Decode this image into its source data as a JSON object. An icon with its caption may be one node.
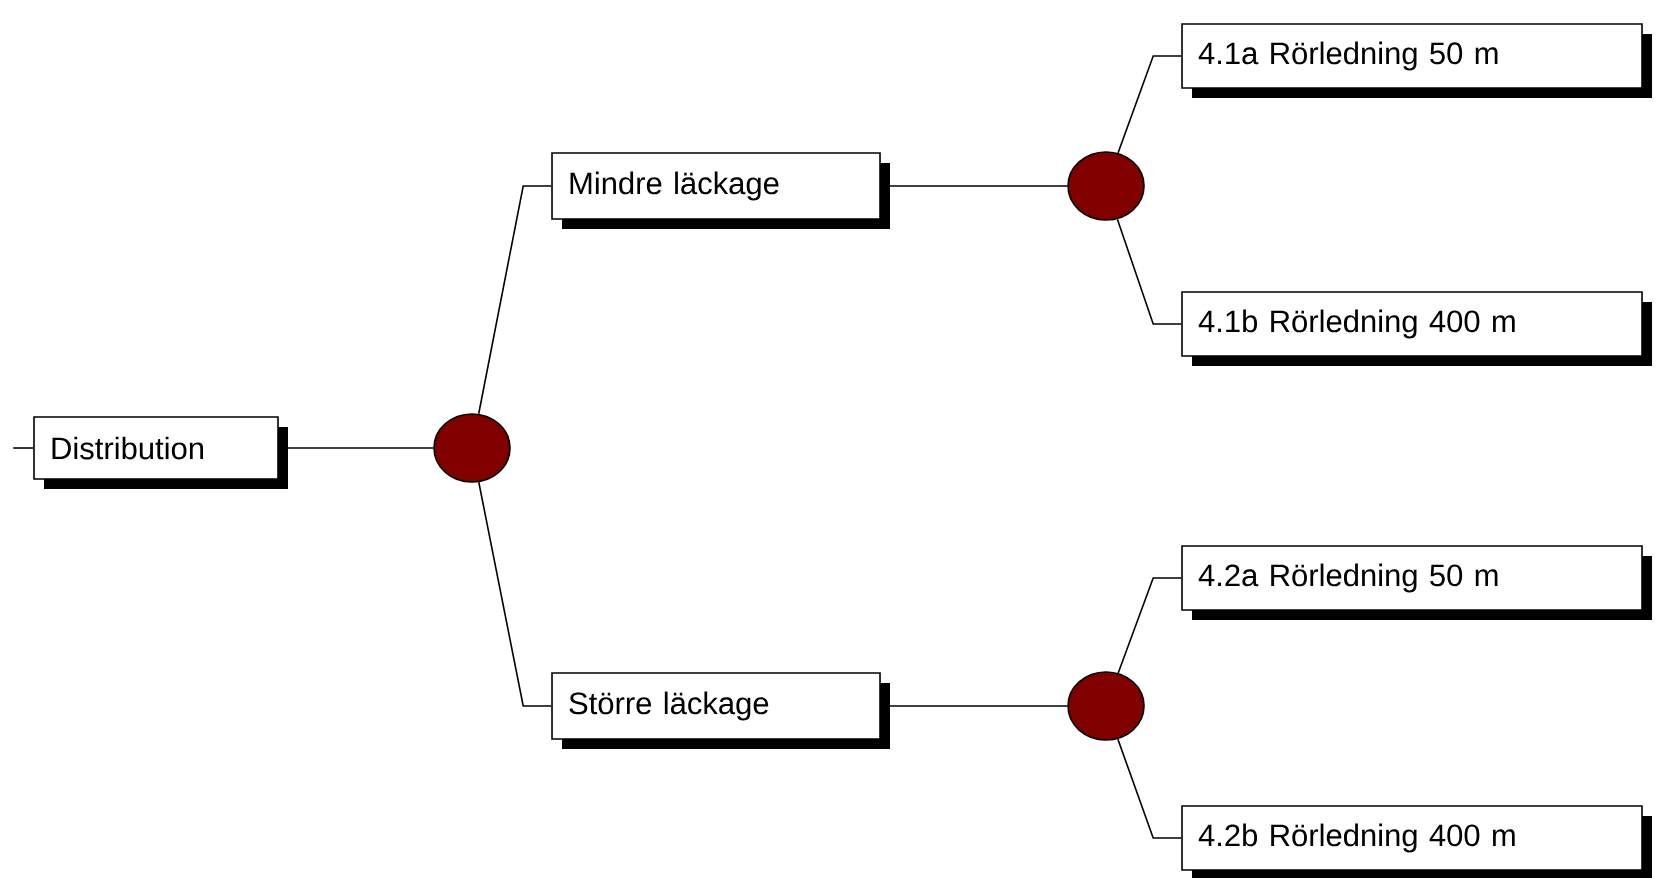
{
  "diagram": {
    "nodes": [
      {
        "text": [
          "Distribution"
        ]
      },
      {
        "text": [],
        "shape": "circle"
      },
      {
        "text": [
          "Mindre läckage"
        ]
      },
      {
        "text": [],
        "shape": "circle"
      },
      {
        "text": [
          "4.1a  Rörledning 50 m"
        ]
      },
      {
        "text": [
          "4.1b  Rörledning 400 m"
        ]
      },
      {
        "text": [
          "Större läckage"
        ]
      },
      {
        "text": [],
        "shape": "circle"
      },
      {
        "text": [
          "4.2a  Rörledning 50 m"
        ]
      },
      {
        "text": [
          "4.2b  Rörledning 400 m"
        ]
      }
    ],
    "edges": [
      {
        "from": null,
        "to": 0,
        "arrow": "none"
      },
      {
        "from": 0,
        "to": 1,
        "arrow": "none"
      },
      {
        "from": 1,
        "to": 2,
        "arrow": "none"
      },
      {
        "from": 1,
        "to": 6,
        "arrow": "none"
      },
      {
        "from": 2,
        "to": 3,
        "arrow": "none"
      },
      {
        "from": 3,
        "to": 4,
        "arrow": "none"
      },
      {
        "from": 3,
        "to": 5,
        "arrow": "none"
      },
      {
        "from": 6,
        "to": 7,
        "arrow": "none"
      },
      {
        "from": 7,
        "to": 8,
        "arrow": "none"
      },
      {
        "from": 7,
        "to": 9,
        "arrow": "none"
      }
    ]
  }
}
